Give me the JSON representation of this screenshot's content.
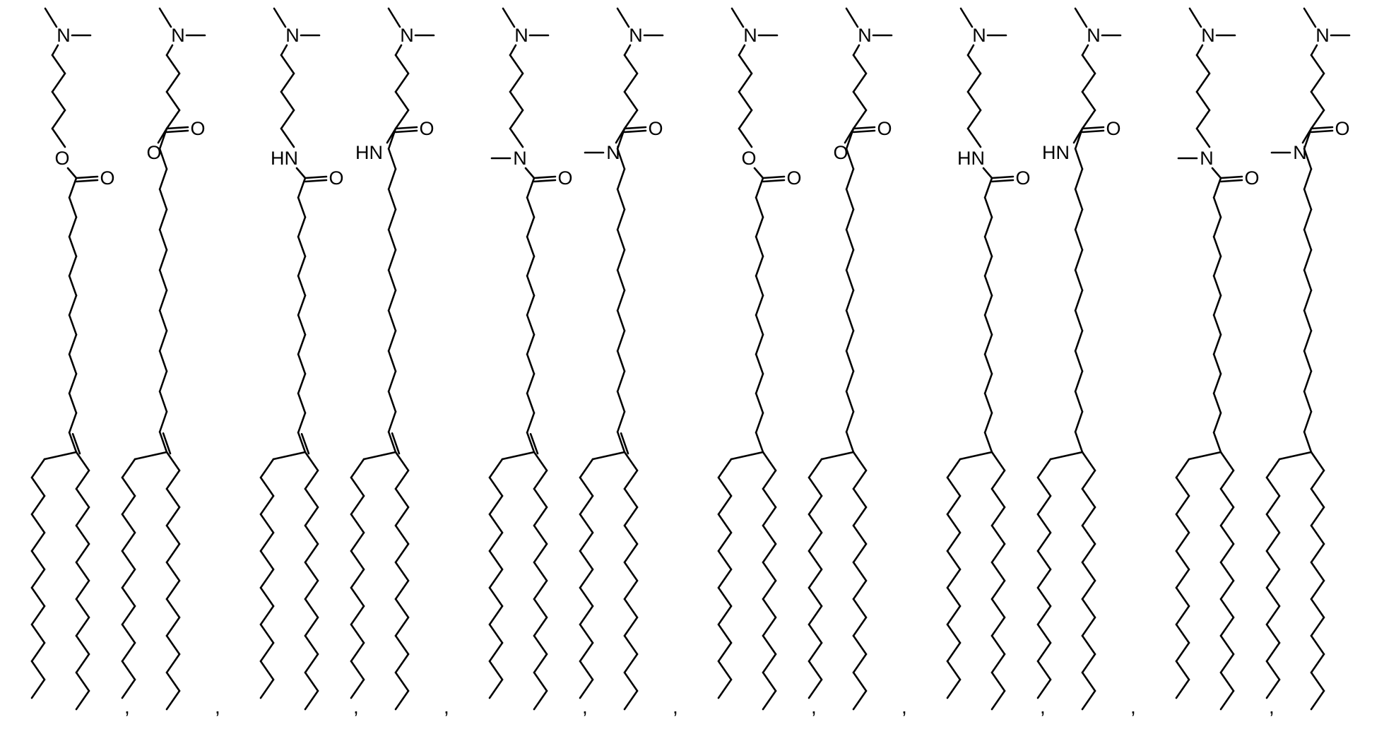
{
  "figure": {
    "separator": ",",
    "labels": {
      "nitrogen": "N",
      "oxygen": "O",
      "carbonyl_oxygen": "O",
      "amide_nh": "HN"
    },
    "molecules": [
      {
        "id": 1,
        "linker": "ester",
        "carbonyl": "acyl",
        "unsaturated": true,
        "separator": true
      },
      {
        "id": 2,
        "linker": "ester",
        "carbonyl": "head",
        "unsaturated": true,
        "separator": true
      },
      {
        "id": 3,
        "linker": "amide",
        "carbonyl": "acyl",
        "unsaturated": true,
        "separator": true
      },
      {
        "id": 4,
        "linker": "amide",
        "carbonyl": "head",
        "unsaturated": true,
        "separator": true
      },
      {
        "id": 5,
        "linker": "methyl-amide",
        "carbonyl": "acyl",
        "unsaturated": true,
        "separator": true
      },
      {
        "id": 6,
        "linker": "methyl-amide",
        "carbonyl": "head",
        "unsaturated": true,
        "separator": true
      },
      {
        "id": 7,
        "linker": "ester",
        "carbonyl": "acyl",
        "unsaturated": false,
        "separator": true
      },
      {
        "id": 8,
        "linker": "ester",
        "carbonyl": "head",
        "unsaturated": false,
        "separator": true
      },
      {
        "id": 9,
        "linker": "amide",
        "carbonyl": "acyl",
        "unsaturated": false,
        "separator": true
      },
      {
        "id": 10,
        "linker": "amide",
        "carbonyl": "head",
        "unsaturated": false,
        "separator": true
      },
      {
        "id": 11,
        "linker": "methyl-amide",
        "carbonyl": "acyl",
        "unsaturated": false,
        "separator": true
      },
      {
        "id": 12,
        "linker": "methyl-amide",
        "carbonyl": "head",
        "unsaturated": false,
        "separator": false
      }
    ]
  }
}
